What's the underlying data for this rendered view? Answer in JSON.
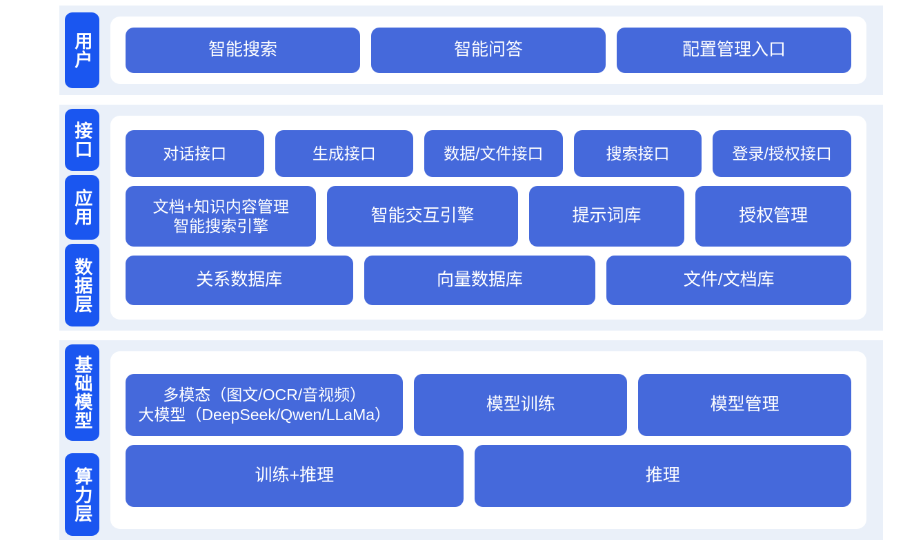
{
  "colors": {
    "band_bg": "#eaf0f9",
    "card_bg": "#ffffff",
    "tab_blue": "#1a56f0",
    "box_blue": "#4569db",
    "box_text": "#ffffff",
    "page_bg": "#ffffff"
  },
  "sections": [
    {
      "id": "user",
      "tabs": [
        "用户"
      ],
      "rows": [
        {
          "id": "user-entries",
          "boxes": [
            {
              "label": "智能搜索",
              "flex": 1
            },
            {
              "label": "智能问答",
              "flex": 1
            },
            {
              "label": "配置管理入口",
              "flex": 1
            }
          ]
        }
      ]
    },
    {
      "id": "platform",
      "tabs": [
        "接口",
        "应用",
        "数据层"
      ],
      "rows": [
        {
          "id": "api-layer",
          "boxes": [
            {
              "label": "对话接口",
              "flex": 1
            },
            {
              "label": "生成接口",
              "flex": 1
            },
            {
              "label": "数据/文件接口",
              "flex": 1
            },
            {
              "label": "搜索接口",
              "flex": 0.92
            },
            {
              "label": "登录/授权接口",
              "flex": 1
            }
          ]
        },
        {
          "id": "application-layer",
          "boxes": [
            {
              "label": "文档+知识内容管理\n智能搜索引擎",
              "flex": 1.18
            },
            {
              "label": "智能交互引擎",
              "flex": 1.18
            },
            {
              "label": "提示词库",
              "flex": 0.95
            },
            {
              "label": "授权管理",
              "flex": 0.95
            }
          ]
        },
        {
          "id": "data-layer",
          "boxes": [
            {
              "label": "关系数据库",
              "flex": 1
            },
            {
              "label": "向量数据库",
              "flex": 1.02
            },
            {
              "label": "文件/文档库",
              "flex": 1.08
            }
          ]
        }
      ]
    },
    {
      "id": "infrastructure",
      "tabs": [
        "基础模型",
        "算力层"
      ],
      "rows": [
        {
          "id": "model-layer",
          "boxes": [
            {
              "label": "多模态（图文/OCR/音视频）\n大模型（DeepSeek/Qwen/LLaMa）",
              "flex": 1.32
            },
            {
              "label": "模型训练",
              "flex": 1
            },
            {
              "label": "模型管理",
              "flex": 1
            }
          ]
        },
        {
          "id": "compute-layer",
          "boxes": [
            {
              "label": "训练+推理",
              "flex": 1
            },
            {
              "label": "推理",
              "flex": 1.12
            }
          ]
        }
      ]
    }
  ]
}
